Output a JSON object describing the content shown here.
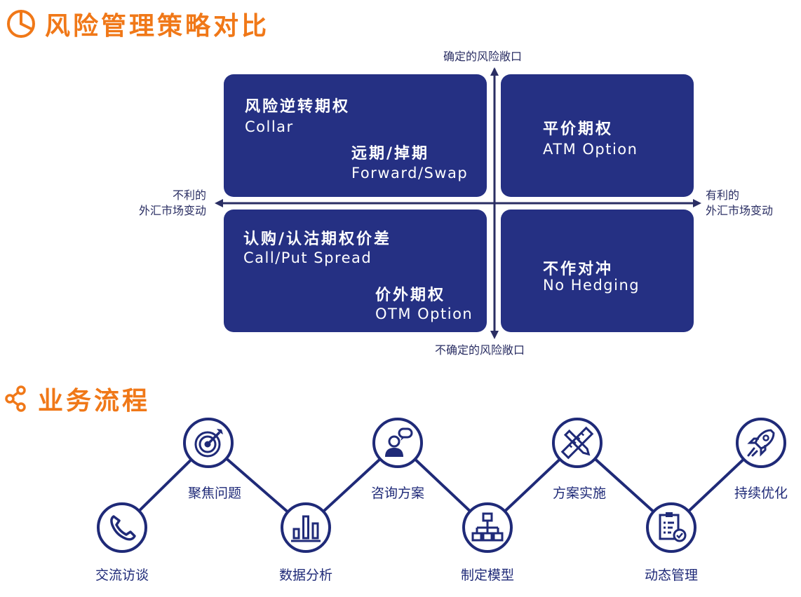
{
  "matrix": {
    "title": "风险管理策略对比",
    "axes": {
      "top": "确定的风险敞口",
      "bottom": "不确定的风险敞口",
      "left": [
        "不利的",
        "外汇市场变动"
      ],
      "right": [
        "有利的",
        "外汇市场变动"
      ]
    },
    "quadrants": {
      "top_left": {
        "primary": {
          "zh": "风险逆转期权",
          "en": "Collar"
        },
        "secondary": {
          "zh": "远期/掉期",
          "en": "Forward/Swap"
        }
      },
      "top_right": {
        "zh": "平价期权",
        "en": "ATM Option"
      },
      "bottom_left": {
        "primary": {
          "zh": "认购/认沽期权价差",
          "en": "Call/Put Spread"
        },
        "secondary": {
          "zh": "价外期权",
          "en": "OTM Option"
        }
      },
      "bottom_right": {
        "zh": "不作对冲",
        "en": "No Hedging"
      }
    },
    "colors": {
      "heading": "#f07818",
      "quadrant": "#253083",
      "axis": "#2a2e63"
    }
  },
  "process": {
    "title": "业务流程",
    "steps": [
      {
        "label": "交流访谈",
        "icon": "phone-icon"
      },
      {
        "label": "聚焦问题",
        "icon": "target-icon"
      },
      {
        "label": "数据分析",
        "icon": "bar-chart-icon"
      },
      {
        "label": "咨询方案",
        "icon": "consultant-icon"
      },
      {
        "label": "制定模型",
        "icon": "hierarchy-icon"
      },
      {
        "label": "方案实施",
        "icon": "tools-icon"
      },
      {
        "label": "动态管理",
        "icon": "checklist-icon"
      },
      {
        "label": "持续优化",
        "icon": "rocket-icon"
      }
    ],
    "colors": {
      "node": "#1f2a78"
    }
  }
}
